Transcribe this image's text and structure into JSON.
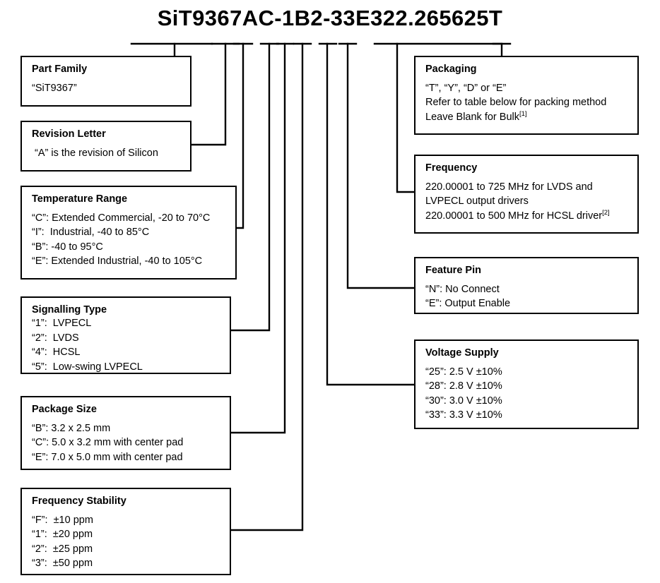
{
  "part_number": "SiT9367AC-1B2-33E322.265625T",
  "left_boxes": [
    {
      "id": "part-family",
      "title": "Part Family",
      "lines": [
        "“SiT9367”"
      ]
    },
    {
      "id": "revision-letter",
      "title": "Revision Letter",
      "lines": [
        " “A” is the revision of Silicon"
      ]
    },
    {
      "id": "temperature-range",
      "title": "Temperature Range",
      "lines": [
        "“C”: Extended Commercial, -20 to 70°C",
        "“I”:  Industrial, -40 to 85°C",
        "“B”: -40 to 95°C",
        "“E”: Extended Industrial, -40 to 105°C"
      ]
    },
    {
      "id": "signalling-type",
      "title": "Signalling Type",
      "lines": [
        "“1”:  LVPECL",
        "“2”:  LVDS",
        "“4”:  HCSL",
        "“5”:  Low-swing LVPECL"
      ]
    },
    {
      "id": "package-size",
      "title": "Package Size",
      "lines": [
        "“B”: 3.2 x 2.5 mm",
        "“C”: 5.0 x 3.2 mm with center pad",
        "“E”: 7.0 x 5.0 mm with center pad"
      ]
    },
    {
      "id": "frequency-stability",
      "title": "Frequency Stability",
      "lines": [
        "“F”:  ±10 ppm",
        "“1”:  ±20 ppm",
        "“2”:  ±25 ppm",
        "“3”:  ±50 ppm"
      ]
    }
  ],
  "right_boxes": [
    {
      "id": "packaging",
      "title": "Packaging",
      "lines": [
        "“T”, “Y”, “D” or “E”",
        "Refer to table below for packing method",
        "Leave Blank for Bulk"
      ],
      "footnote": "[1]"
    },
    {
      "id": "frequency",
      "title": "Frequency",
      "lines": [
        "220.00001 to 725 MHz for LVDS and",
        "LVPECL output drivers",
        "220.00001 to 500 MHz for HCSL driver"
      ],
      "footnote": "[2]"
    },
    {
      "id": "feature-pin",
      "title": "Feature Pin",
      "lines": [
        "“N”: No Connect",
        "“E”: Output Enable"
      ]
    },
    {
      "id": "voltage-supply",
      "title": "Voltage Supply",
      "lines": [
        "“25”: 2.5 V ±10%",
        "“28”: 2.8 V ±10%",
        "“30”: 3.0 V ±10%",
        "“33”: 3.3 V ±10%"
      ]
    }
  ],
  "colors": {
    "line": "#000000",
    "background": "#ffffff",
    "text": "#000000"
  }
}
